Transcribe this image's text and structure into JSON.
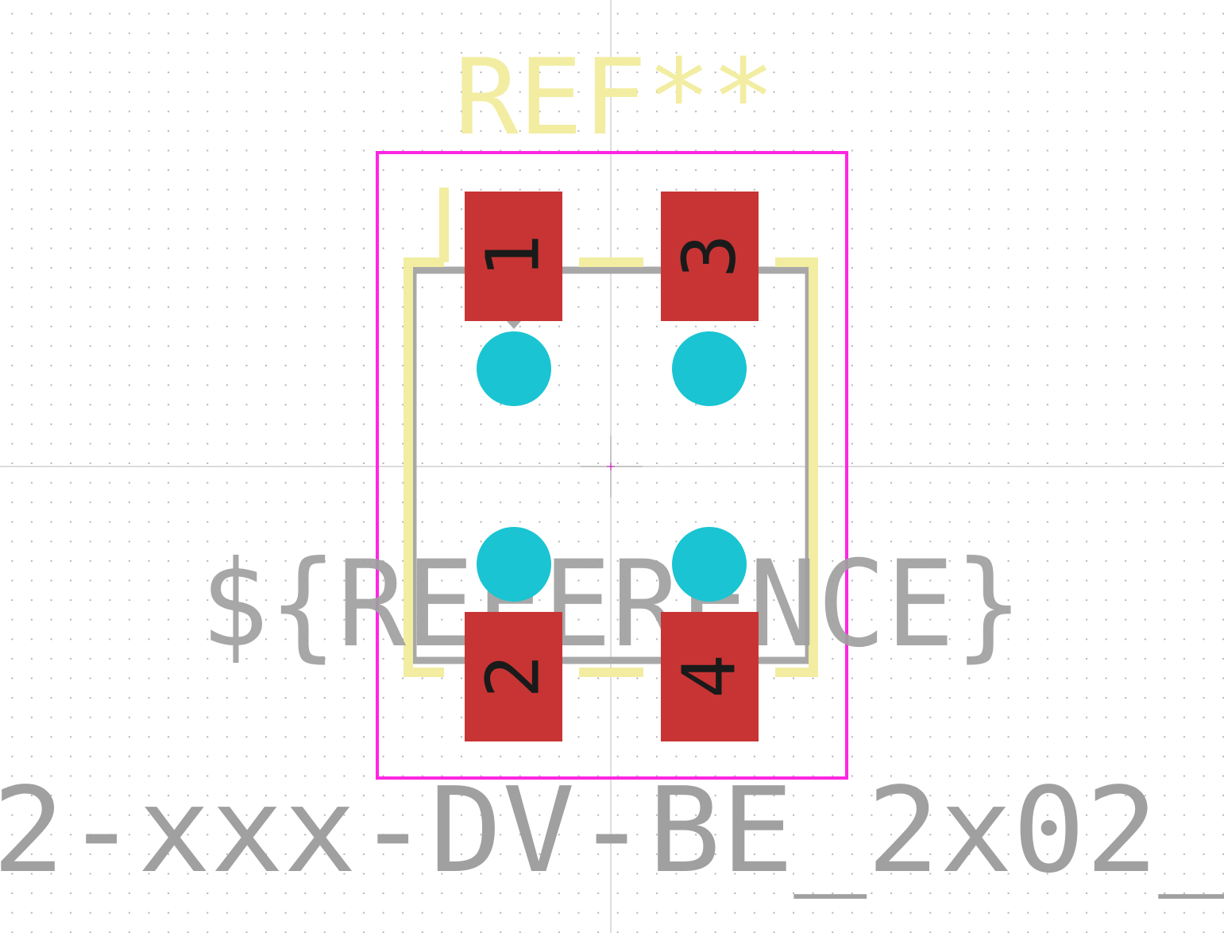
{
  "footprint": {
    "reference_label": "REF**",
    "reference_field": "${REFERENCE}",
    "value_label": "2-xxx-DV-BE_2x02_",
    "pads": [
      {
        "number": "1"
      },
      {
        "number": "2"
      },
      {
        "number": "3"
      },
      {
        "number": "4"
      }
    ]
  },
  "colors": {
    "background": "#ffffff",
    "grid_dots": "#b4b4b4",
    "axis_lines": "#c8c8c8",
    "silkscreen": "#f2eda1",
    "fab_outline": "#a8a8a8",
    "courtyard": "#ff26e2",
    "pad_fill": "#c83434",
    "pad_text": "#1a1a1a",
    "npth_holes": "#1ac4d2",
    "fab_text": "#a0a0a0"
  }
}
